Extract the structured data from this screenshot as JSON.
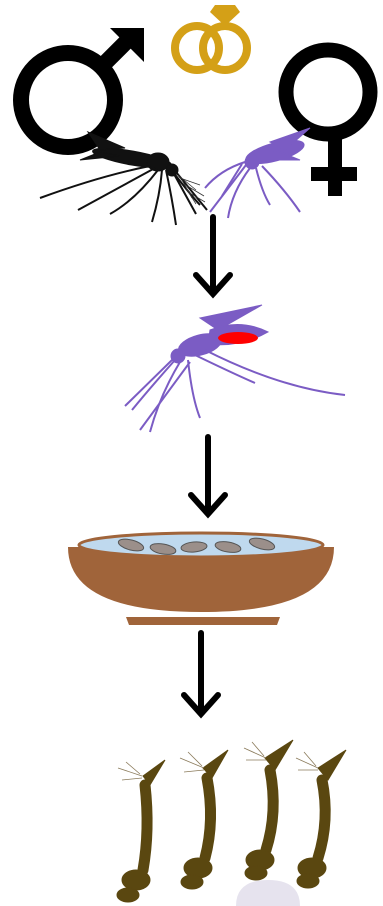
{
  "diagram": {
    "stages": [
      "mating",
      "blood-meal",
      "egg-laying",
      "larvae"
    ],
    "colors": {
      "symbol_stroke": "#000000",
      "rings": "#D4A017",
      "male_mosquito": "#111111",
      "female_mosquito": "#7B5CC4",
      "blood": "#FF0000",
      "bowl": "#A0643A",
      "water": "#BFD9EE",
      "eggs": "#9B8F8A",
      "larvae": "#5A4710",
      "pupa_hint": "#E6E3EE",
      "arrow": "#000000"
    },
    "icons": {
      "male": "male-symbol-icon",
      "female": "female-symbol-icon",
      "rings": "wedding-rings-icon",
      "mosquito_male": "male-mosquito-icon",
      "mosquito_female": "female-mosquito-icon",
      "mosquito_fed": "blood-fed-mosquito-icon",
      "bowl": "water-bowl-eggs-icon",
      "larva": "larva-icon"
    },
    "egg_count": 5,
    "larva_count": 4
  }
}
